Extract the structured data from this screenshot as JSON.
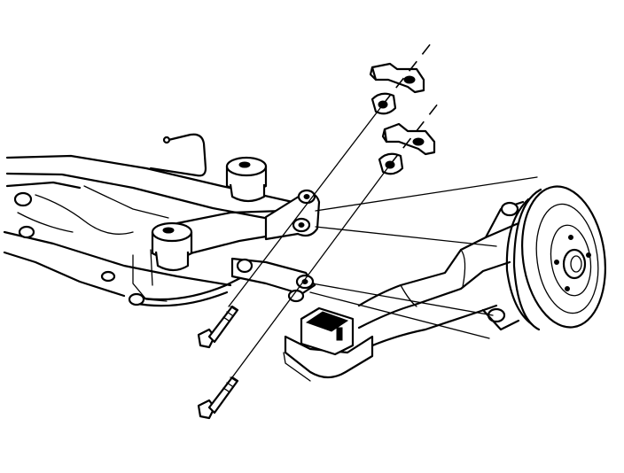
{
  "figure": {
    "kind": "exploded-view line drawing",
    "background": "#ffffff",
    "ink": "#000000"
  },
  "parts": [
    "rear-axle-crossmember",
    "stabilizer-bar",
    "upper-rubber-bushing",
    "lower-rubber-bushing",
    "trailing-arm",
    "brake-drum",
    "wheel-hub",
    "upper-insulator-bracket",
    "lower-insulator-bracket",
    "upper-nut",
    "lower-nut",
    "upper-bolt",
    "lower-bolt",
    "mounting-block"
  ]
}
